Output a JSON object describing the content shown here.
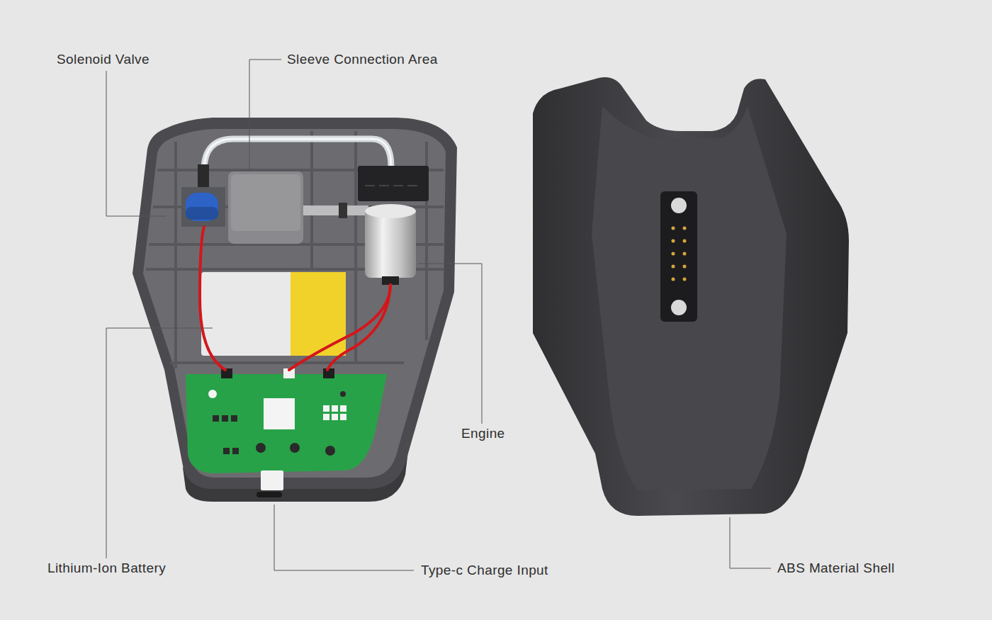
{
  "diagram": {
    "labels": [
      "Solenoid Valve",
      "Sleeve Connection Area",
      "Engine",
      "Lithium-Ion Battery",
      "Type-c Charge Input",
      "ABS Material Shell"
    ]
  }
}
